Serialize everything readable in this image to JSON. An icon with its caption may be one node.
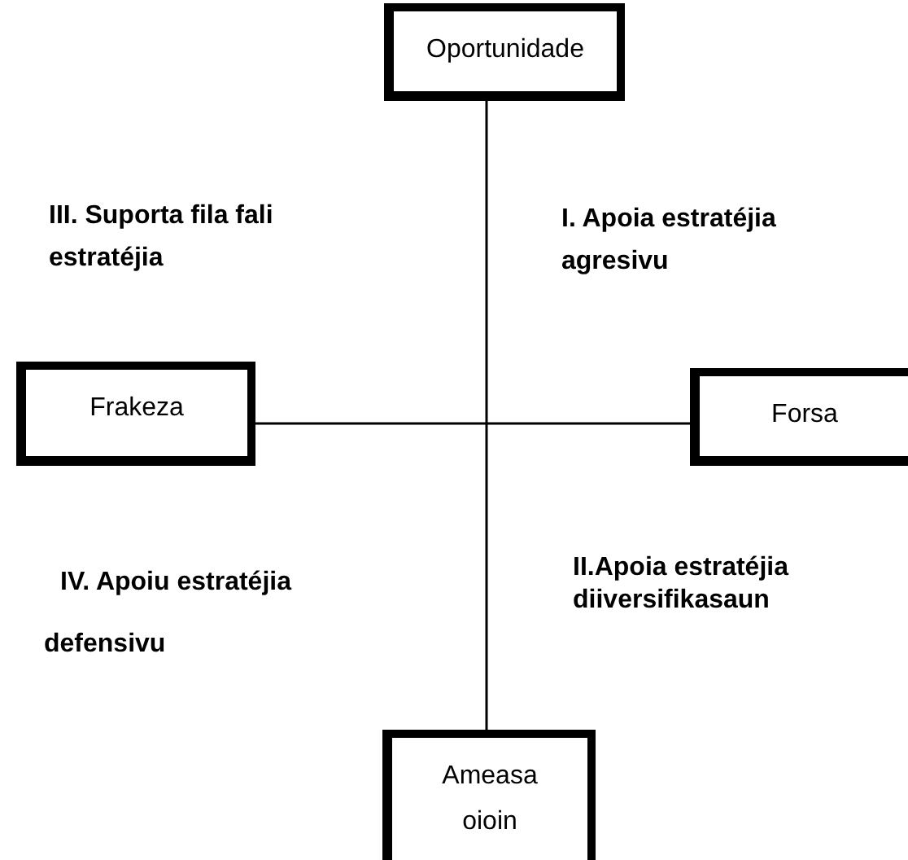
{
  "diagram": {
    "nodes": [
      {
        "text": [
          "Oportunidade"
        ]
      },
      {
        "text": [
          "Frakeza"
        ]
      },
      {
        "text": [
          "Forsa"
        ]
      },
      {
        "text": [
          "Ameasa oioin"
        ]
      }
    ],
    "edges": [
      {
        "from": 0,
        "to": 3,
        "arrow": "none"
      },
      {
        "from": 1,
        "to": 2,
        "arrow": "none"
      }
    ],
    "labels": [
      "III. Suporta fila fali estratéjia",
      "I. Apoia estratéjia agresivu",
      "IV. Apoiu estratéjia defensivu",
      "II.Apoia estratéjia diiversifikasaun"
    ]
  }
}
